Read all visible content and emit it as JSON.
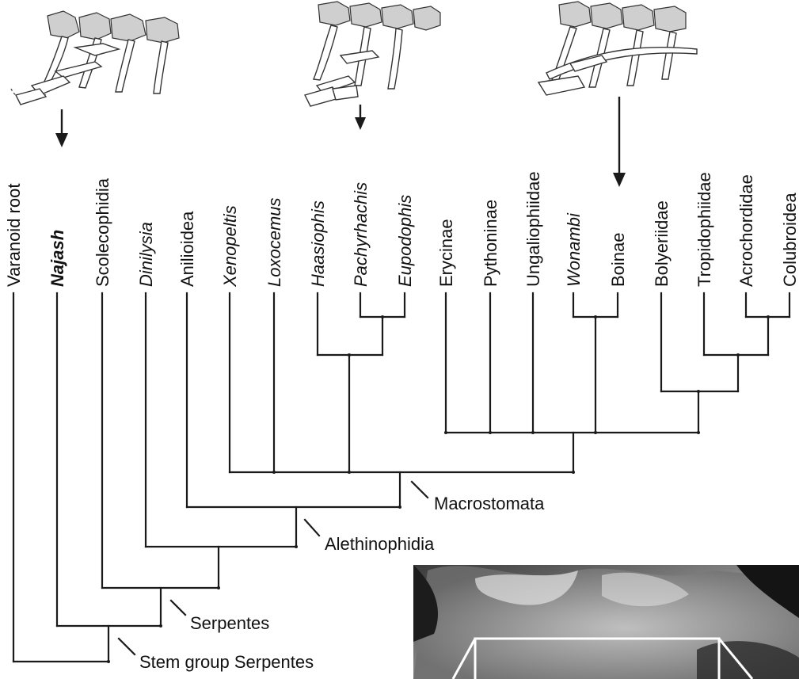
{
  "taxa": [
    {
      "label": "Varanoid root",
      "italic": false,
      "bold": false
    },
    {
      "label": "Najash",
      "italic": true,
      "bold": true
    },
    {
      "label": "Scolecophidia",
      "italic": false,
      "bold": false
    },
    {
      "label": "Dinilysia",
      "italic": true,
      "bold": false
    },
    {
      "label": "Anilioidea",
      "italic": false,
      "bold": false
    },
    {
      "label": "Xenopeltis",
      "italic": true,
      "bold": false
    },
    {
      "label": "Loxocemus",
      "italic": true,
      "bold": false
    },
    {
      "label": "Haasiophis",
      "italic": true,
      "bold": false
    },
    {
      "label": "Pachyrhachis",
      "italic": true,
      "bold": false
    },
    {
      "label": "Eupodophis",
      "italic": true,
      "bold": false
    },
    {
      "label": "Erycinae",
      "italic": false,
      "bold": false
    },
    {
      "label": "Pythoninae",
      "italic": false,
      "bold": false
    },
    {
      "label": "Ungaliophiidae",
      "italic": false,
      "bold": false
    },
    {
      "label": "Wonambi",
      "italic": true,
      "bold": false
    },
    {
      "label": "Boinae",
      "italic": false,
      "bold": false
    },
    {
      "label": "Bolyeriidae",
      "italic": false,
      "bold": false
    },
    {
      "label": "Tropidophiidae",
      "italic": false,
      "bold": false
    },
    {
      "label": "Acrochordidae",
      "italic": false,
      "bold": false
    },
    {
      "label": "Colubroidea",
      "italic": false,
      "bold": false
    }
  ],
  "clades": {
    "macrostomata": "Macrostomata",
    "alethinophidia": "Alethinophidia",
    "serpentes": "Serpentes",
    "stem_group": "Stem group Serpentes"
  },
  "illustrations": [
    {
      "name": "najash-hindlimb-sketch",
      "points_to": "Najash"
    },
    {
      "name": "pachyrhachis-hindlimb-sketch",
      "points_to": "Pachyrhachis"
    },
    {
      "name": "boinae-hindlimb-sketch",
      "points_to": "Boinae"
    }
  ],
  "colors": {
    "line": "#1a1a1a",
    "bone_fill": "#cfcfcf",
    "fossil_frame": "#ffffff"
  }
}
